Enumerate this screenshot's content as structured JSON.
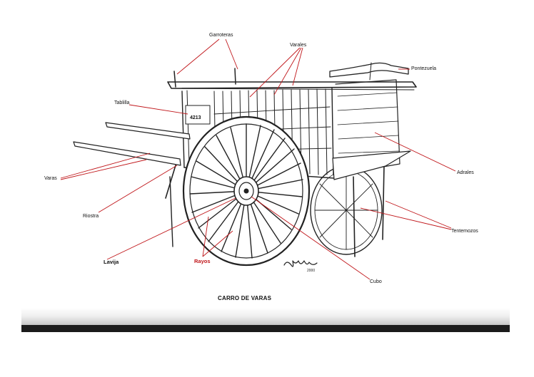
{
  "diagram": {
    "title": "CARRO DE VARAS",
    "plate_text": "4213",
    "signature_year": "2000",
    "label_color": "#c0161a",
    "labels": {
      "garroteras": "Garroteras",
      "varales": "Varales",
      "pontezuela": "Pontezuela",
      "tablilla": "Tablilla",
      "varas": "Varas",
      "adrales": "Adrales",
      "riostra": "Riostra",
      "tentemozos": "Tentemozos",
      "lavija": "Lavija",
      "rayos": "Rayos",
      "cubo": "Cubo"
    }
  }
}
